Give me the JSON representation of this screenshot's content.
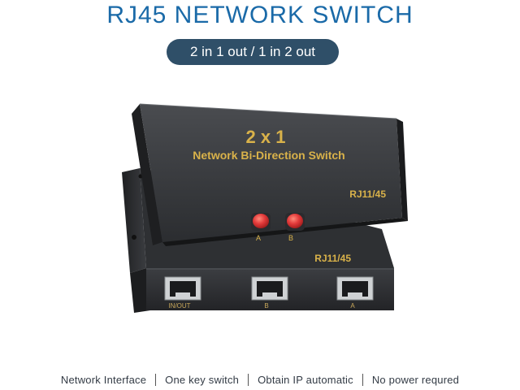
{
  "title": "RJ45 NETWORK SWITCH",
  "subtitle": "2 in 1 out / 1 in 2 out",
  "device": {
    "top_label_main": "2 x 1",
    "top_label_sub": "Network Bi-Direction Switch",
    "model_label_top": "RJ11/45",
    "model_label_bottom": "RJ11/45",
    "button_a_label": "A",
    "button_b_label": "B",
    "port_labels": [
      "IN/OUT",
      "B",
      "A"
    ],
    "button_color": "#e23a3a",
    "label_color": "#d9b24a"
  },
  "features": [
    "Network Interface",
    "One key switch",
    "Obtain IP automatic",
    "No power requred"
  ]
}
